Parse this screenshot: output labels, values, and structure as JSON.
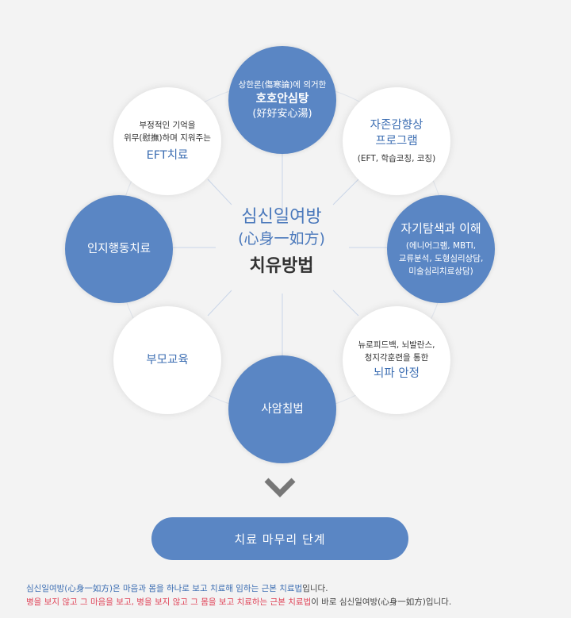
{
  "colors": {
    "accent": "#5a86c4",
    "text_blue": "#3e6fb3",
    "warn": "#e0465a",
    "background": "#f3f3f3"
  },
  "nodes": {
    "top": {
      "small": "상한론(傷寒論)에 의거한",
      "title": "호호안심탕",
      "sub": "(好好安心湯)"
    },
    "topright": {
      "title1": "자존감향상",
      "title2": "프로그램",
      "small": "(EFT, 학습코칭, 코칭)"
    },
    "right": {
      "title": "자기탐색과 이해",
      "small1": "(에니어그램, MBTI,",
      "small2": "교류분석, 도형심리상담,",
      "small3": "미술심리치료상담)"
    },
    "botright": {
      "small1": "뉴로피드백, 뇌발란스,",
      "small2": "청지각훈련을 통한",
      "title": "뇌파 안정"
    },
    "bottom": {
      "title": "사암침법"
    },
    "botleft": {
      "title": "부모교육"
    },
    "left": {
      "title": "인지행동치료"
    },
    "topleft": {
      "small1": "부정적인 기억을",
      "small2": "위무(慰撫)하며 지워주는",
      "title": "EFT치료"
    }
  },
  "center": {
    "line1": "심신일여방",
    "line2": "(心身一如方)",
    "line3": "치유방법"
  },
  "final_button": "치료 마무리 단계",
  "notes": {
    "line1_a": "심신일여방(心身一如方)",
    "line1_b": "은 마음과 몸을 하나로 보고 치료해 임하는 근본 치료법",
    "line1_c": "입니다.",
    "line2_a": "병을 보지 않고 그 마음을 보고, 병을 보지 않고 그 몸을 보고 치료하는 근본 치료법",
    "line2_b": "이 바로 심신일여방(心身一如方)입니다."
  },
  "icons": {
    "chevron": "chevron-down-icon"
  }
}
